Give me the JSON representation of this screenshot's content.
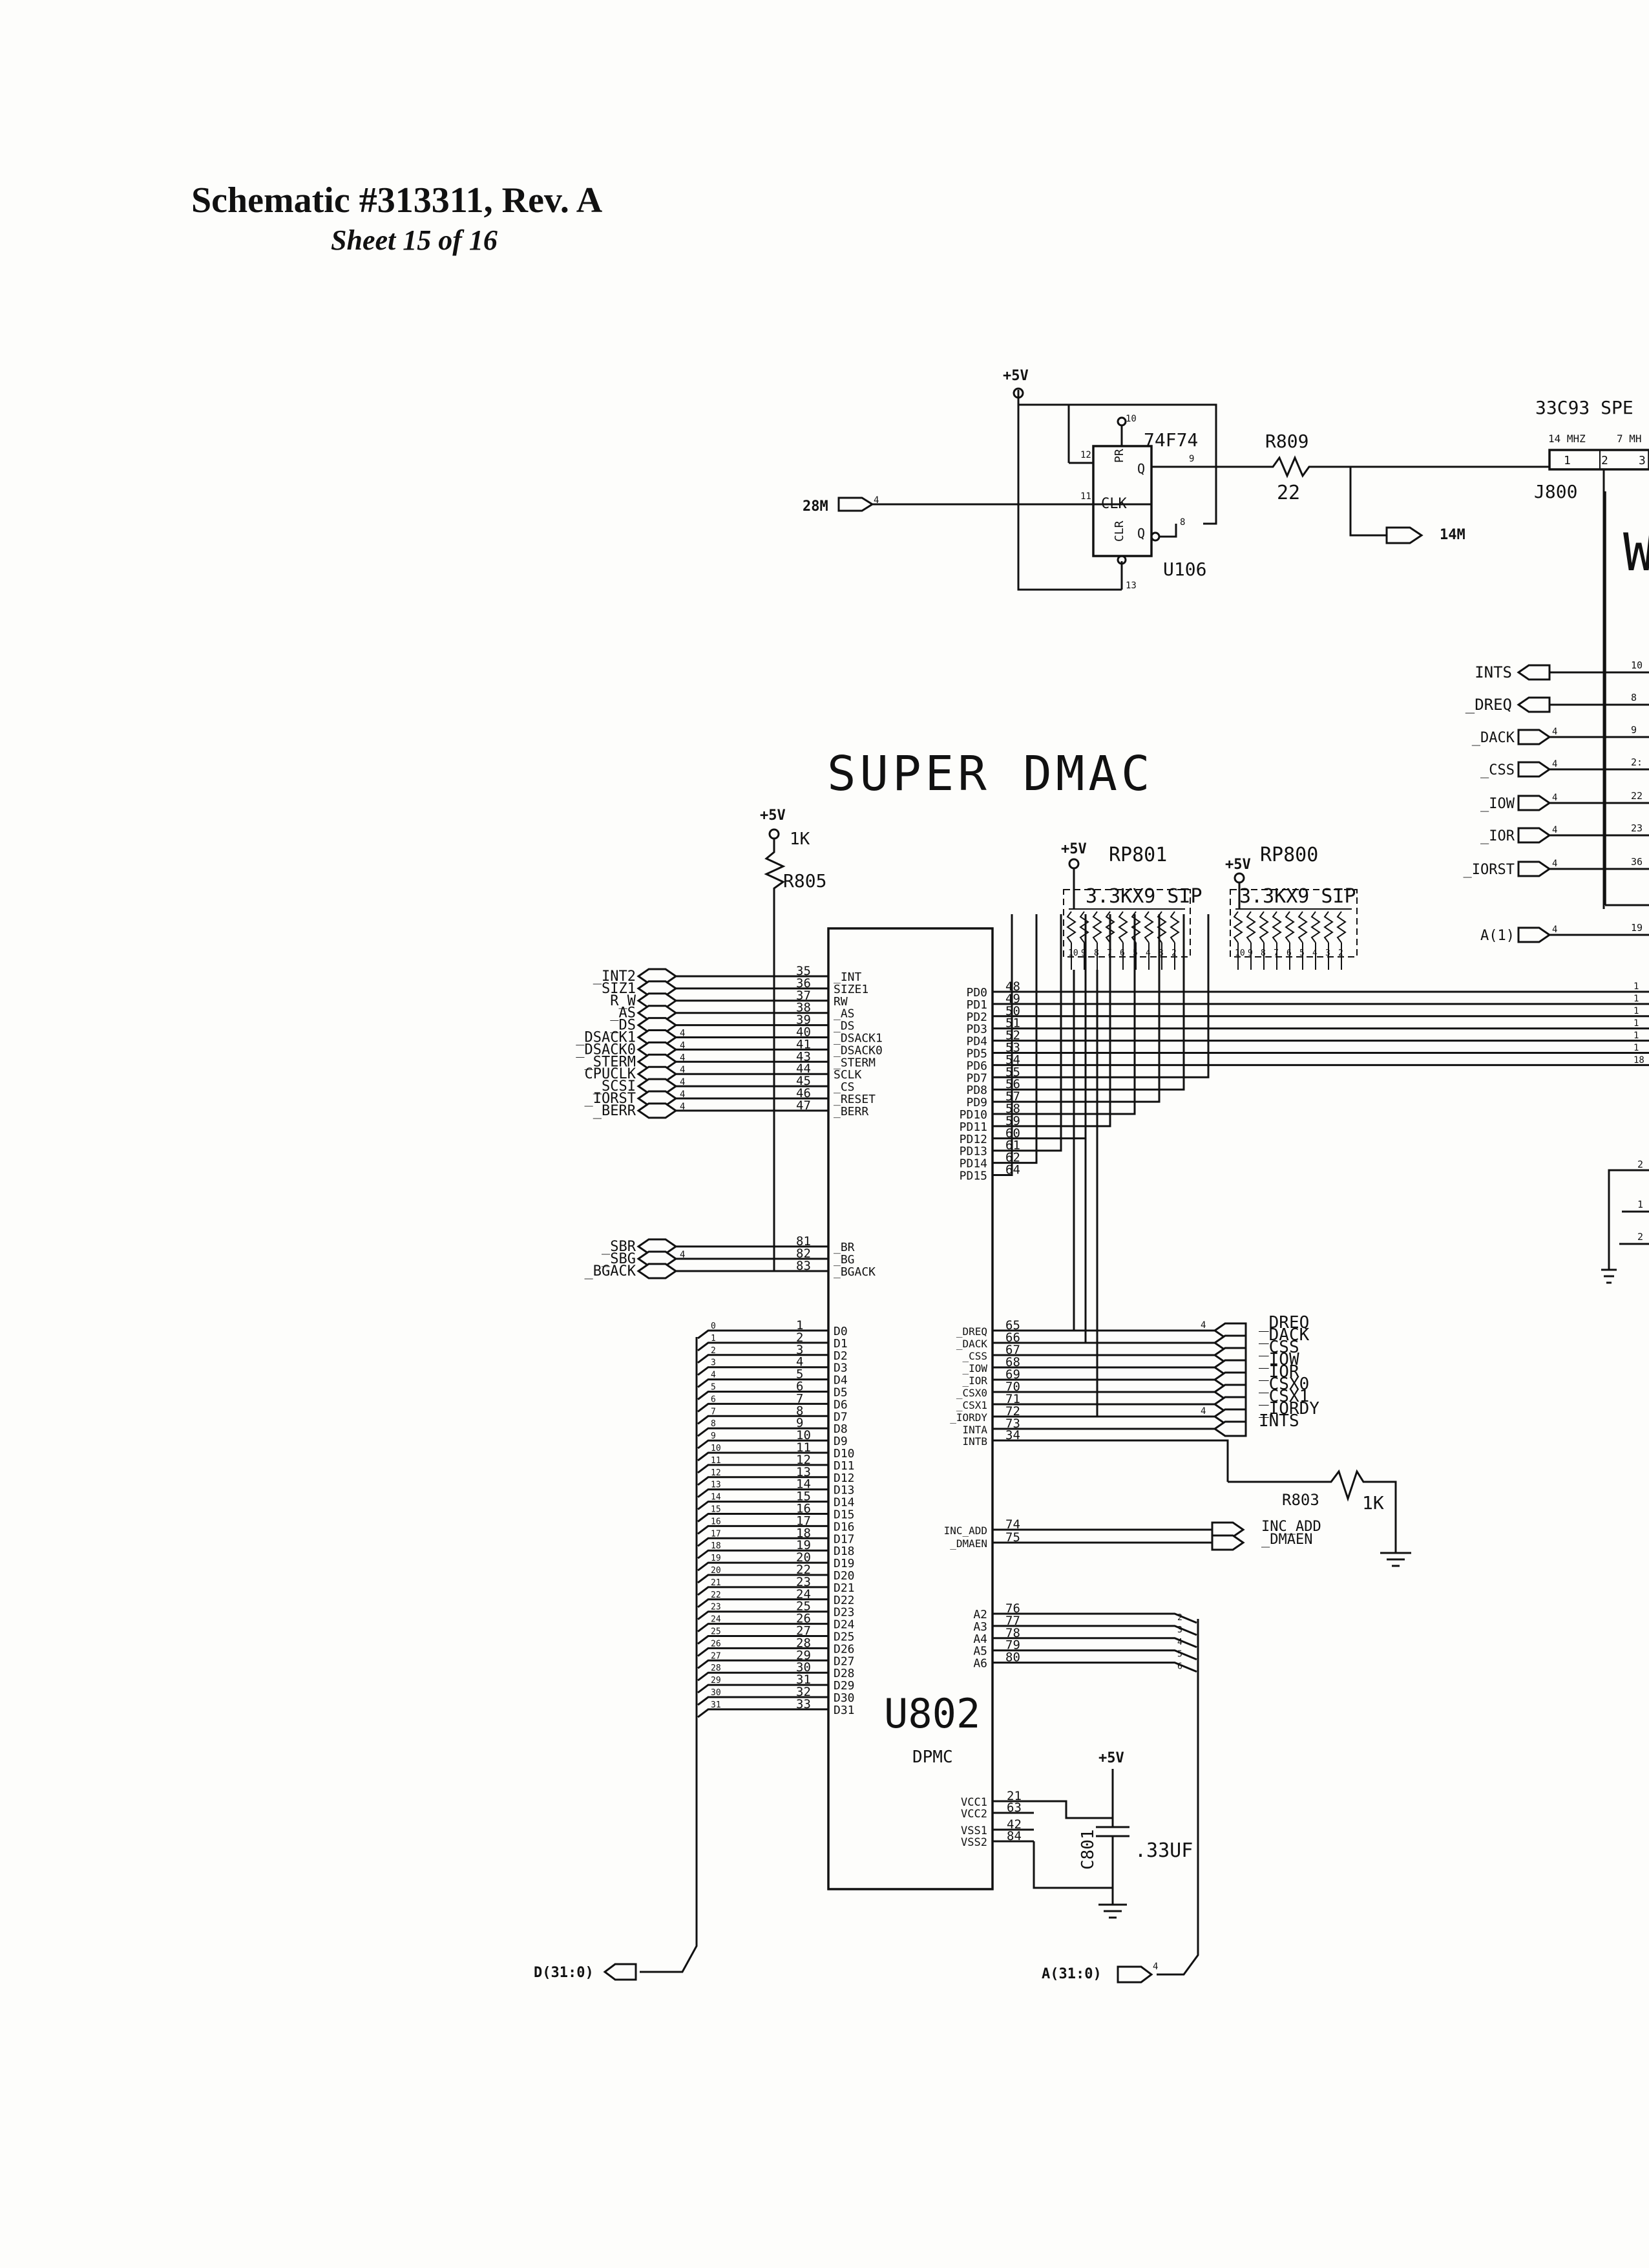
{
  "header": {
    "title": "Schematic #313311, Rev. A",
    "subtitle": "Sheet 15 of 16"
  },
  "diagram": {
    "section_title": "SUPER DMAC",
    "ff": {
      "part": "74F74",
      "ref": "U106",
      "pins": {
        "pr": "PR",
        "clk": "CLK",
        "clr": "CLR",
        "q": "Q",
        "qn": "Q"
      },
      "pin_numbers": [
        "10",
        "12",
        "11",
        "9",
        "8",
        "13"
      ]
    },
    "osc_in": "28M",
    "osc_out": "14M",
    "r809": {
      "ref": "R809",
      "value": "22"
    },
    "jumper": {
      "ref": "J800",
      "title": "33C93 SPE",
      "opt1": "14 MHZ",
      "opt2": "7 MH",
      "pins": [
        "1",
        "2",
        "3"
      ]
    },
    "scsi_chip_letter": "W",
    "scsi_ports": [
      "INTS",
      "_DREQ",
      "_DACK",
      "_CSS",
      "_IOW",
      "_IOR",
      "_IORST",
      "A(1)"
    ],
    "scsi_pins": [
      "10",
      "8",
      "9",
      "2:",
      "22",
      "23",
      "36",
      "19"
    ],
    "scsi_bus_pins": [
      "1",
      "1",
      "1",
      "1",
      "1",
      "1",
      "18"
    ],
    "scsi_lower_pins": [
      "2",
      "1",
      "2"
    ],
    "supply": "+5V",
    "r805": {
      "ref": "R805",
      "value": "1K"
    },
    "rp801": {
      "ref": "RP801",
      "value": "3.3KX9 SIP",
      "pins": [
        "10",
        "9",
        "8",
        "7",
        "6",
        "5",
        "4",
        "3",
        "2"
      ]
    },
    "rp800": {
      "ref": "RP800",
      "value": "3.3KX9 SIP",
      "pins": [
        "10",
        "9",
        "8",
        "7",
        "6",
        "5",
        "4",
        "3",
        "2"
      ]
    },
    "u802": {
      "ref": "U802",
      "part": "DPMC"
    },
    "left_ctrl": [
      {
        "net": "_INT2",
        "pin": "35",
        "func": "_INT"
      },
      {
        "net": "SIZ1",
        "pin": "36",
        "func": "SIZE1"
      },
      {
        "net": "R_W",
        "pin": "37",
        "func": "RW"
      },
      {
        "net": "_AS",
        "pin": "38",
        "func": "_AS"
      },
      {
        "net": "_DS",
        "pin": "39",
        "func": "_DS"
      },
      {
        "net": "_DSACK1",
        "pin": "40",
        "func": "_DSACK1"
      },
      {
        "net": "_DSACK0",
        "pin": "41",
        "func": "_DSACK0"
      },
      {
        "net": "_STERM",
        "pin": "43",
        "func": "_STERM"
      },
      {
        "net": "CPUCLK",
        "pin": "44",
        "func": "SCLK"
      },
      {
        "net": "_SCSI",
        "pin": "45",
        "func": "_CS"
      },
      {
        "net": "_IORST",
        "pin": "46",
        "func": "_RESET"
      },
      {
        "net": "_BERR",
        "pin": "47",
        "func": "_BERR"
      }
    ],
    "left_bus": [
      {
        "net": "_SBR",
        "pin": "81",
        "func": "_BR"
      },
      {
        "net": "_SBG",
        "pin": "82",
        "func": "_BG"
      },
      {
        "net": "_BGACK",
        "pin": "83",
        "func": "_BGACK"
      }
    ],
    "port_mark": "4",
    "data_pins": [
      "1",
      "2",
      "3",
      "4",
      "5",
      "6",
      "7",
      "8",
      "9",
      "10",
      "11",
      "12",
      "13",
      "14",
      "15",
      "16",
      "17",
      "18",
      "19",
      "20",
      "22",
      "23",
      "24",
      "25",
      "26",
      "27",
      "28",
      "29",
      "30",
      "31",
      "32",
      "33"
    ],
    "data_funcs": [
      "D0",
      "D1",
      "D2",
      "D3",
      "D4",
      "D5",
      "D6",
      "D7",
      "D8",
      "D9",
      "D10",
      "D11",
      "D12",
      "D13",
      "D14",
      "D15",
      "D16",
      "D17",
      "D18",
      "D19",
      "D20",
      "D21",
      "D22",
      "D23",
      "D24",
      "D25",
      "D26",
      "D27",
      "D28",
      "D29",
      "D30",
      "D31"
    ],
    "data_bits": [
      "0",
      "1",
      "2",
      "3",
      "4",
      "5",
      "6",
      "7",
      "8",
      "9",
      "10",
      "11",
      "12",
      "13",
      "14",
      "15",
      "16",
      "17",
      "18",
      "19",
      "20",
      "21",
      "22",
      "23",
      "24",
      "25",
      "26",
      "27",
      "28",
      "29",
      "30",
      "31"
    ],
    "data_bus": "D(31:0)",
    "pd": [
      {
        "func": "PD0",
        "pin": "48"
      },
      {
        "func": "PD1",
        "pin": "49"
      },
      {
        "func": "PD2",
        "pin": "50"
      },
      {
        "func": "PD3",
        "pin": "51"
      },
      {
        "func": "PD4",
        "pin": "52"
      },
      {
        "func": "PD5",
        "pin": "53"
      },
      {
        "func": "PD6",
        "pin": "54"
      },
      {
        "func": "PD7",
        "pin": "55"
      },
      {
        "func": "PD8",
        "pin": "56"
      },
      {
        "func": "PD9",
        "pin": "57"
      },
      {
        "func": "PD10",
        "pin": "58"
      },
      {
        "func": "PD11",
        "pin": "59"
      },
      {
        "func": "PD12",
        "pin": "60"
      },
      {
        "func": "PD13",
        "pin": "61"
      },
      {
        "func": "PD14",
        "pin": "62"
      },
      {
        "func": "PD15",
        "pin": "64"
      }
    ],
    "right_ctrl": [
      {
        "func": "_DREQ",
        "pin": "65",
        "net": "_DREQ"
      },
      {
        "func": "_DACK",
        "pin": "66",
        "net": "_DACK"
      },
      {
        "func": "_CSS",
        "pin": "67",
        "net": "_CSS"
      },
      {
        "func": "_IOW",
        "pin": "68",
        "net": "_IOW"
      },
      {
        "func": "_IOR",
        "pin": "69",
        "net": "_IOR"
      },
      {
        "func": "_CSX0",
        "pin": "70",
        "net": "_CSX0"
      },
      {
        "func": "_CSX1",
        "pin": "71",
        "net": "_CSX1"
      },
      {
        "func": "_IORDY",
        "pin": "72",
        "net": "_IORDY"
      },
      {
        "func": "INTA",
        "pin": "73",
        "net": "INTS"
      },
      {
        "func": "INTB",
        "pin": "34",
        "net": ""
      }
    ],
    "r803": {
      "ref": "R803",
      "value": "1K"
    },
    "inc": [
      {
        "func": "INC_ADD",
        "pin": "74",
        "net": "INC_ADD"
      },
      {
        "func": "_DMAEN",
        "pin": "75",
        "net": "_DMAEN"
      }
    ],
    "addr": [
      {
        "func": "A2",
        "pin": "76",
        "bit": "2"
      },
      {
        "func": "A3",
        "pin": "77",
        "bit": "3"
      },
      {
        "func": "A4",
        "pin": "78",
        "bit": "4"
      },
      {
        "func": "A5",
        "pin": "79",
        "bit": "5"
      },
      {
        "func": "A6",
        "pin": "80",
        "bit": "6"
      }
    ],
    "addr_bus": "A(31:0)",
    "power": [
      {
        "func": "VCC1",
        "pin": "21"
      },
      {
        "func": "VCC2",
        "pin": "63"
      },
      {
        "func": "VSS1",
        "pin": "42"
      },
      {
        "func": "VSS2",
        "pin": "84"
      }
    ],
    "c801": {
      "ref": "C801",
      "value": ".33UF"
    }
  }
}
